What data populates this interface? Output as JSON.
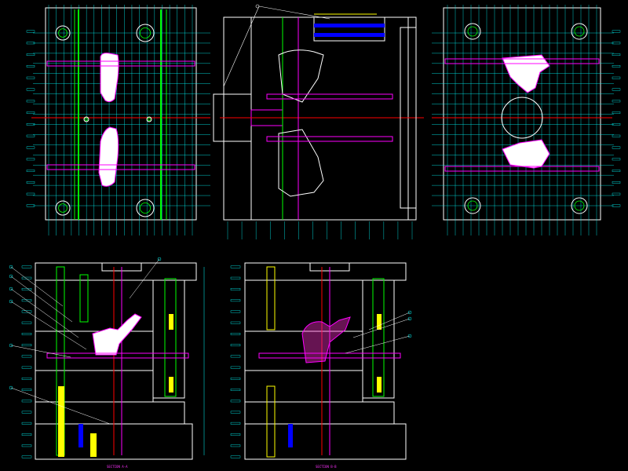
{
  "drawing": {
    "views": [
      {
        "name": "top-plan-view-left"
      },
      {
        "name": "front-elevation-view"
      },
      {
        "name": "top-plan-view-right"
      },
      {
        "name": "section-view-a"
      },
      {
        "name": "section-view-b"
      }
    ],
    "section_labels": [
      "SECTION A-A",
      "SECTION B-B"
    ],
    "colors": {
      "background": "#000000",
      "outline": "#ffffff",
      "dimension": "#00ffff",
      "guide": "#00ff00",
      "center": "#ff0000",
      "cavity": "#ff00ff",
      "hidden": "#0000ff",
      "part": "#ffff00"
    }
  }
}
